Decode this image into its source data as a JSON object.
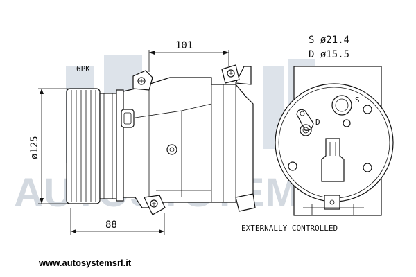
{
  "watermark": {
    "text": "AUTOSYSTEM"
  },
  "dimensions": {
    "length_top": "101",
    "length_bottom": "88",
    "pulley_diameter": "ø125",
    "belt": "6PK"
  },
  "ports": {
    "suction": "S  ø21.4",
    "discharge": "D  ø15.5",
    "s_mark": "S",
    "d_mark": "D"
  },
  "control_note": "EXTERNALLY CONTROLLED",
  "website": "www.autosystemsrl.it",
  "colors": {
    "watermark": "#d3d9e0",
    "line": "#111111",
    "background": "#ffffff"
  }
}
